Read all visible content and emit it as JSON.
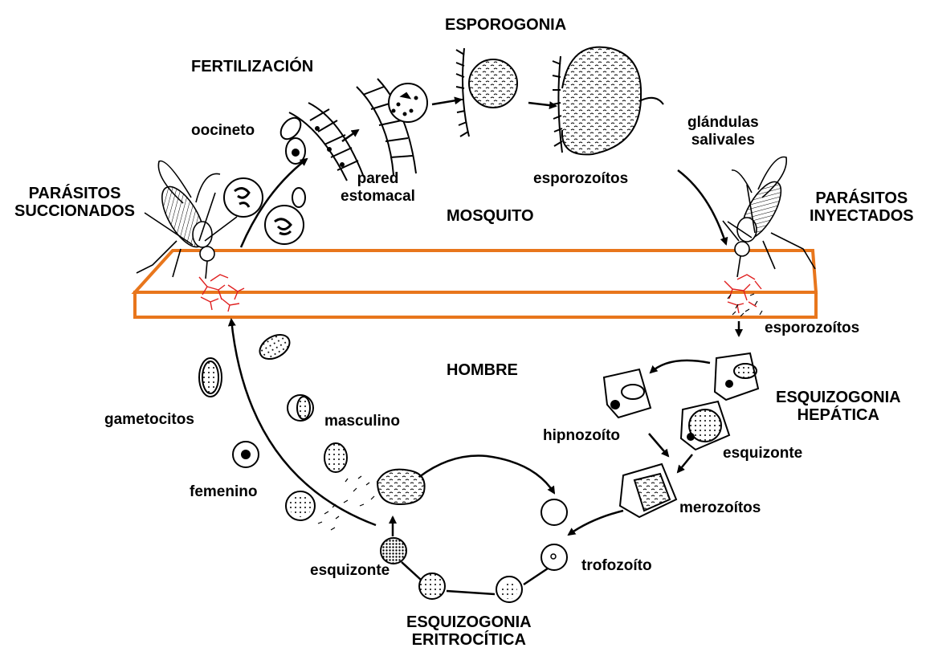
{
  "stages": {
    "sporogony": "ESPOROGONIA",
    "fertilization": "FERTILIZACIÓN",
    "mosquito": "MOSQUITO",
    "human": "HOMBRE",
    "parasites_sucked": [
      "PARÁSITOS",
      "SUCCIONADOS"
    ],
    "parasites_injected": [
      "PARÁSITOS",
      "INYECTADOS"
    ],
    "hepatic_schizogony": [
      "ESQUIZOGONIA",
      "HEPÁTICA"
    ],
    "erythrocytic_schizogony": [
      "ESQUIZOGONIA",
      "ERITROCÍTICA"
    ]
  },
  "labels": {
    "ookinete": "oocineto",
    "stomach_wall": [
      "pared",
      "estomacal"
    ],
    "sporozoites_mosquito": "esporozoítos",
    "salivary_glands": [
      "glándulas",
      "salivales"
    ],
    "sporozoites_human": "esporozoítos",
    "hypnozoite": "hipnozoíto",
    "schizont_liver": "esquizonte",
    "merozoites": "merozoítos",
    "trophozoite": "trofozoíto",
    "schizont_blood": "esquizonte",
    "gametocytes": "gametocitos",
    "male": "masculino",
    "female": "femenino"
  },
  "colors": {
    "skin_band": "#e8761c",
    "capillaries": "#e02020",
    "ink": "#000000"
  }
}
